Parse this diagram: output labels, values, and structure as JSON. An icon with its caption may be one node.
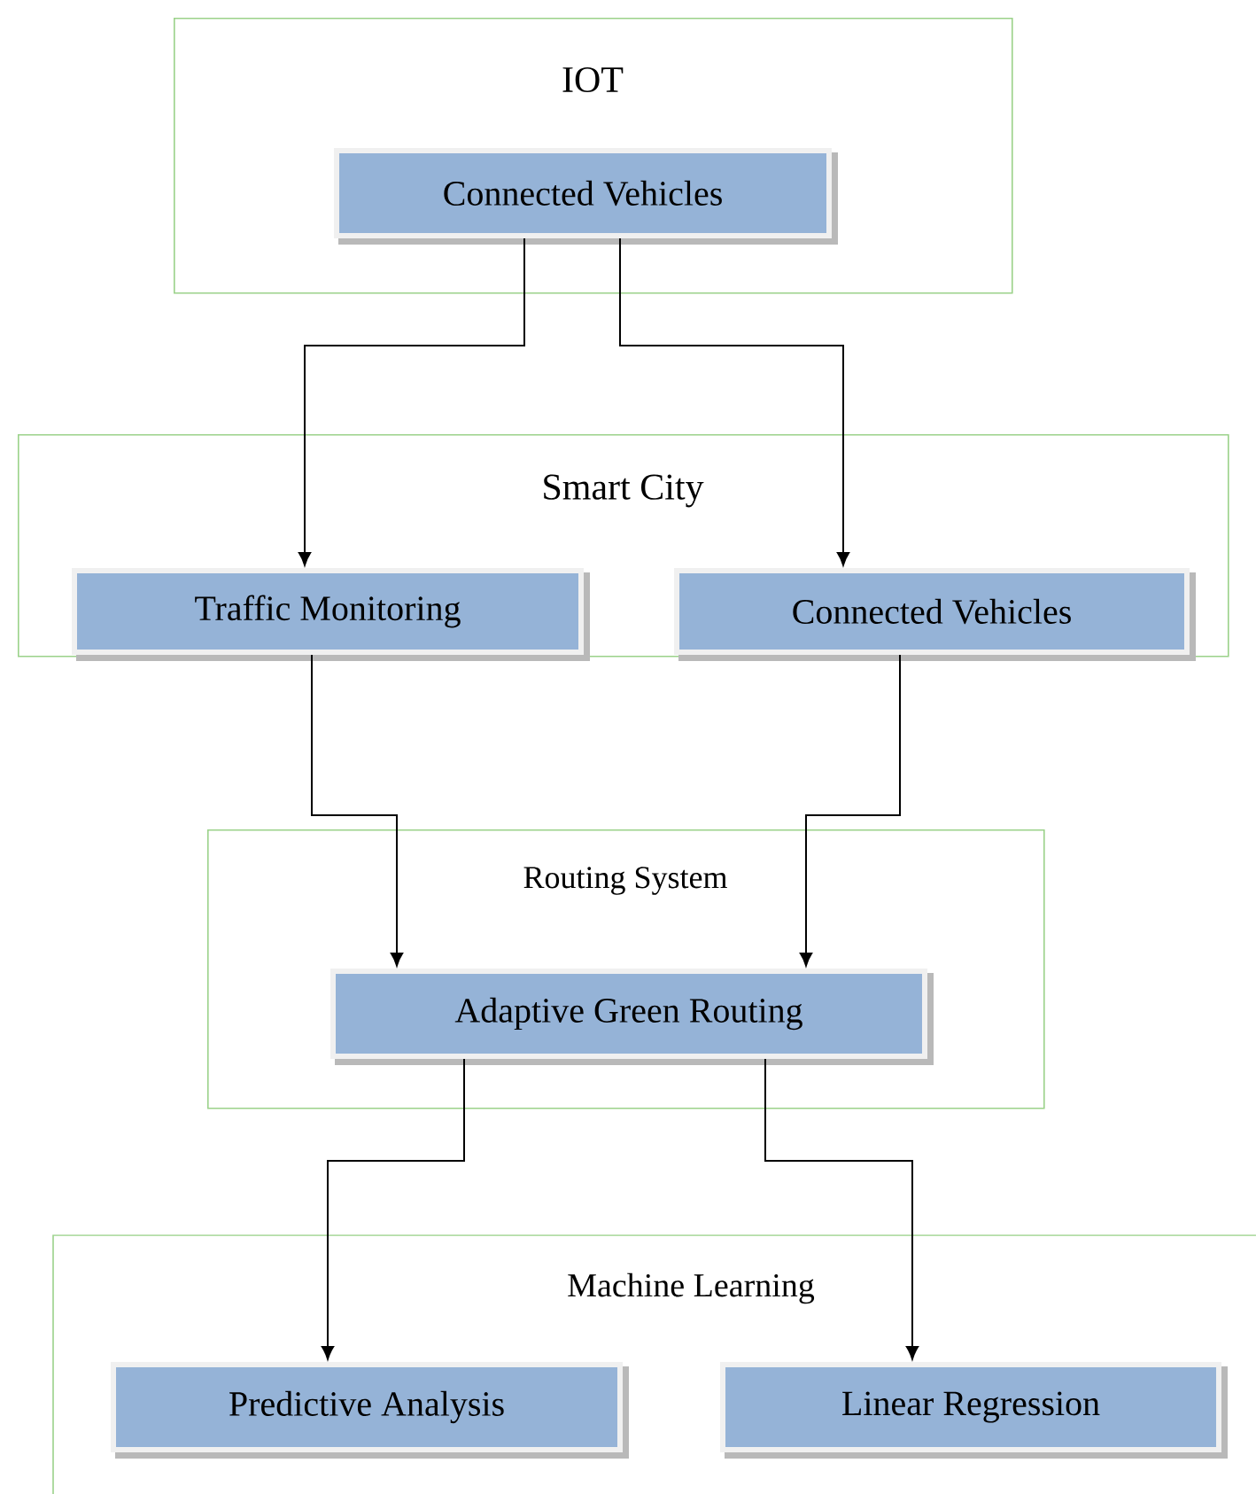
{
  "diagram": {
    "nodes": [
      {
        "text": [
          "IOT"
        ]
      },
      {
        "text": [
          "Connected Vehicles"
        ],
        "in": 0
      },
      {
        "text": [
          "Smart City"
        ]
      },
      {
        "text": [
          "Traffic Monitoring"
        ],
        "in": 2
      },
      {
        "text": [
          "Connected Vehicles"
        ],
        "in": 2
      },
      {
        "text": [
          "Routing System"
        ]
      },
      {
        "text": [
          "Adaptive Green Routing"
        ],
        "in": 5
      },
      {
        "text": [
          "Machine Learning"
        ]
      },
      {
        "text": [
          "Predictive Analysis"
        ],
        "in": 7
      },
      {
        "text": [
          "Linear Regression"
        ],
        "in": 7
      }
    ],
    "edges": [
      {
        "from": 1,
        "to": 3,
        "arrow": "to"
      },
      {
        "from": 1,
        "to": 4,
        "arrow": "to"
      },
      {
        "from": 3,
        "to": 6,
        "arrow": "to"
      },
      {
        "from": 4,
        "to": 6,
        "arrow": "to"
      },
      {
        "from": 6,
        "to": 8,
        "arrow": "to"
      },
      {
        "from": 6,
        "to": 9,
        "arrow": "to"
      }
    ]
  }
}
